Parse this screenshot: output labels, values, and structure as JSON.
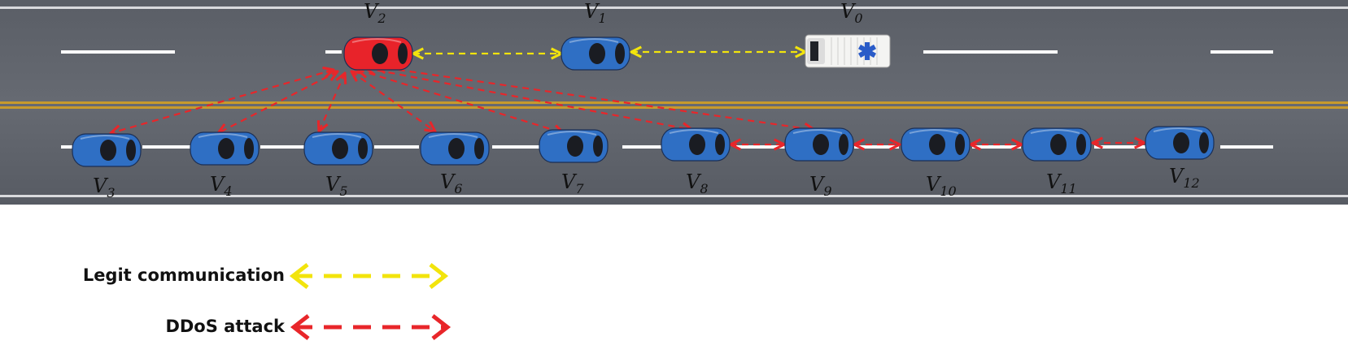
{
  "vehicles": [
    {
      "id": "V0",
      "base": "V",
      "sub": "0",
      "kind": "ambulance"
    },
    {
      "id": "V1",
      "base": "V",
      "sub": "1",
      "kind": "car"
    },
    {
      "id": "V2",
      "base": "V",
      "sub": "2",
      "kind": "attacker"
    },
    {
      "id": "V3",
      "base": "V",
      "sub": "3",
      "kind": "car"
    },
    {
      "id": "V4",
      "base": "V",
      "sub": "4",
      "kind": "car"
    },
    {
      "id": "V5",
      "base": "V",
      "sub": "5",
      "kind": "car"
    },
    {
      "id": "V6",
      "base": "V",
      "sub": "6",
      "kind": "car"
    },
    {
      "id": "V7",
      "base": "V",
      "sub": "7",
      "kind": "car"
    },
    {
      "id": "V8",
      "base": "V",
      "sub": "8",
      "kind": "car"
    },
    {
      "id": "V9",
      "base": "V",
      "sub": "9",
      "kind": "car"
    },
    {
      "id": "V10",
      "base": "V",
      "sub": "10",
      "kind": "car"
    },
    {
      "id": "V11",
      "base": "V",
      "sub": "11",
      "kind": "car"
    },
    {
      "id": "V12",
      "base": "V",
      "sub": "12",
      "kind": "car"
    }
  ],
  "links": [
    {
      "from": "V2",
      "to": "V1",
      "type": "legit"
    },
    {
      "from": "V1",
      "to": "V0",
      "type": "legit"
    },
    {
      "from": "V2",
      "to": "V3",
      "type": "ddos"
    },
    {
      "from": "V2",
      "to": "V4",
      "type": "ddos"
    },
    {
      "from": "V2",
      "to": "V5",
      "type": "ddos"
    },
    {
      "from": "V2",
      "to": "V6",
      "type": "ddos"
    },
    {
      "from": "V2",
      "to": "V7",
      "type": "ddos"
    },
    {
      "from": "V2",
      "to": "V8",
      "type": "ddos"
    },
    {
      "from": "V2",
      "to": "V9",
      "type": "ddos"
    },
    {
      "from": "V8",
      "to": "V9",
      "type": "ddos"
    },
    {
      "from": "V9",
      "to": "V10",
      "type": "ddos"
    },
    {
      "from": "V10",
      "to": "V11",
      "type": "ddos"
    },
    {
      "from": "V11",
      "to": "V12",
      "type": "ddos"
    }
  ],
  "legend": {
    "legit_label": "Legit communication",
    "ddos_label": "DDoS attack"
  },
  "colors": {
    "legit": "#f2e40c",
    "ddos": "#e8262a",
    "car_body": "#2f6fc4",
    "attacker_body": "#e8232a",
    "road": "#5d6169",
    "median": "#c79a2c",
    "lane_mark": "#ffffff"
  }
}
